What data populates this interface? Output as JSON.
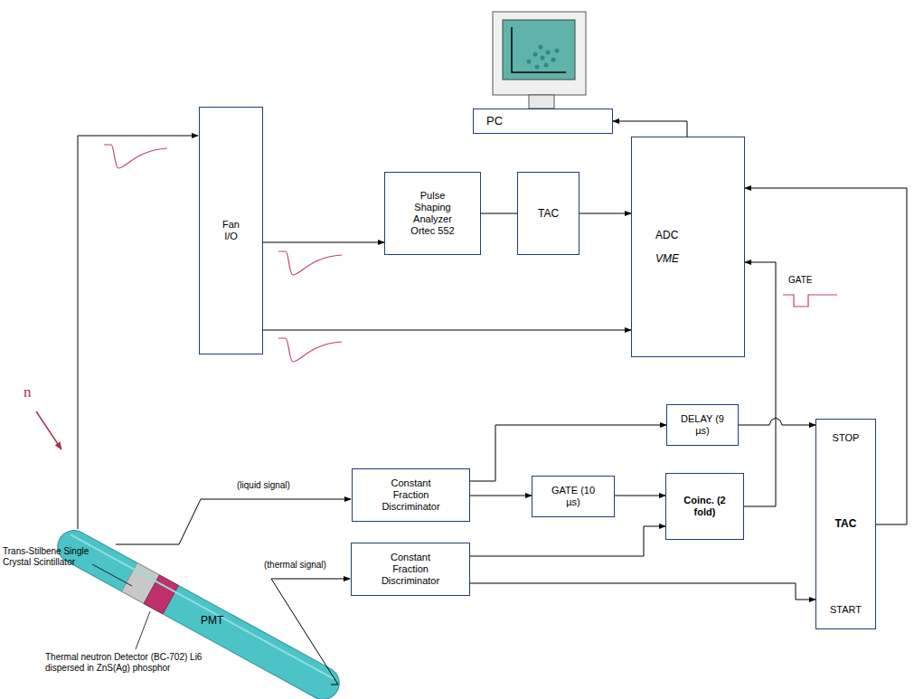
{
  "diagram": {
    "nodes": [
      {
        "text": [
          "PC"
        ]
      },
      {
        "text": [
          "Fan I/O"
        ]
      },
      {
        "text": [
          "Pulse Shaping Analyzer Ortec 552"
        ]
      },
      {
        "text": [
          "TAC"
        ]
      },
      {
        "text": [
          "ADC",
          "VME"
        ]
      },
      {
        "text": [
          "DELAY (9 µs)"
        ]
      },
      {
        "text": [
          "Constant Fraction Discriminator"
        ]
      },
      {
        "text": [
          "GATE (10 µs)"
        ]
      },
      {
        "text": [
          "Coinc. (2 fold)"
        ]
      },
      {
        "text": [
          "Constant Fraction Discriminator"
        ]
      },
      {
        "text": [
          "STOP",
          "TAC",
          "START"
        ]
      }
    ],
    "edges": [
      {
        "from": 1,
        "to": 2,
        "arrow": "to"
      },
      {
        "from": 1,
        "to": 4,
        "arrow": "to"
      },
      {
        "from": 2,
        "to": 3,
        "arrow": "none"
      },
      {
        "from": 3,
        "to": 4,
        "arrow": "to"
      },
      {
        "from": 4,
        "to": 0,
        "arrow": "to"
      },
      {
        "from": 6,
        "to": 5,
        "arrow": "to"
      },
      {
        "from": 6,
        "to": 7,
        "arrow": "to"
      },
      {
        "from": 7,
        "to": 8,
        "arrow": "to"
      },
      {
        "from": 9,
        "to": 8,
        "arrow": "to"
      },
      {
        "from": 9,
        "to": 10,
        "arrow": "to"
      },
      {
        "from": 5,
        "to": 10,
        "arrow": "to"
      },
      {
        "from": 8,
        "to": 4,
        "arrow": "to"
      },
      {
        "from": 10,
        "to": 4,
        "arrow": "to"
      }
    ],
    "labels": [
      "n",
      "(liquid signal)",
      "(thermal signal)",
      "GATE",
      "Trans-Stilbene Single Crystal Scintillator",
      "Thermal neutron Detector (BC-702) Li6 dispersed in ZnS(Ag) phosphor",
      "PMT"
    ]
  }
}
